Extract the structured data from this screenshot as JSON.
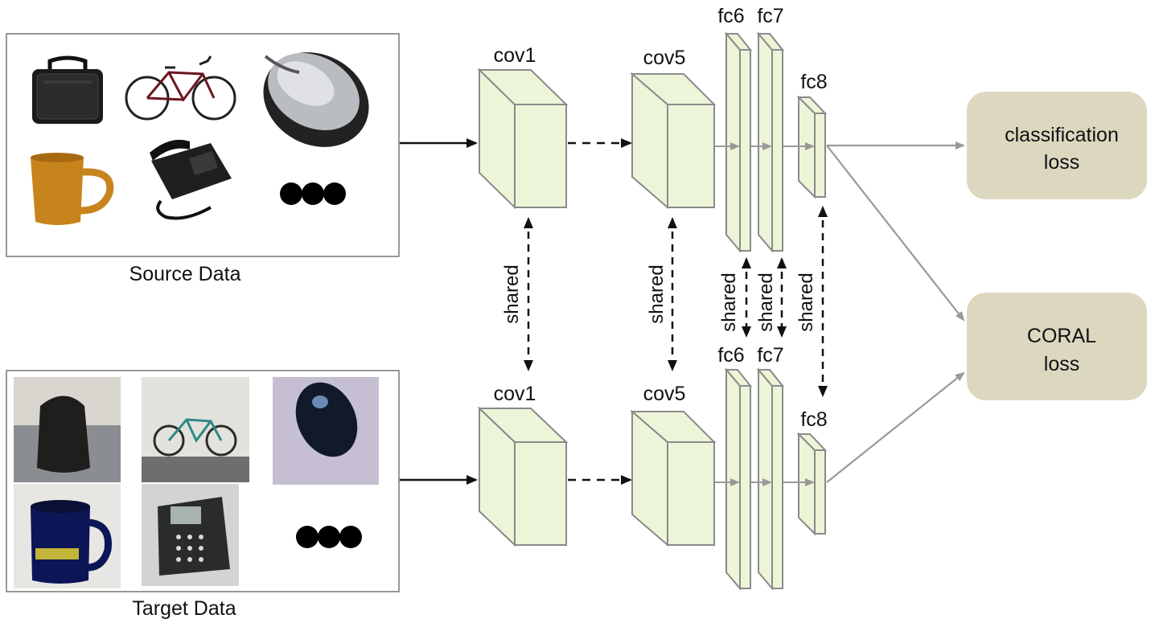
{
  "source_panel": {
    "caption": "Source Data",
    "items": [
      "bag",
      "bicycle",
      "mouse",
      "mug",
      "phone"
    ],
    "ellipsis_icon": "three-dots"
  },
  "target_panel": {
    "caption": "Target Data",
    "items": [
      "backpack",
      "bicycle",
      "mouse",
      "mug",
      "phone"
    ],
    "ellipsis_icon": "three-dots"
  },
  "layers": {
    "conv1": "cov1",
    "conv5": "cov5",
    "fc6": "fc6",
    "fc7": "fc7",
    "fc8": "fc8"
  },
  "shared_label": "shared",
  "losses": {
    "classification": [
      "classification",
      "loss"
    ],
    "coral": [
      "CORAL",
      "loss"
    ]
  },
  "colors": {
    "block_fill": "#ecf5d8",
    "block_stroke": "#8a8a8a",
    "loss_fill": "#dcd7bf",
    "arrow": "#111111",
    "connector": "#999999"
  }
}
